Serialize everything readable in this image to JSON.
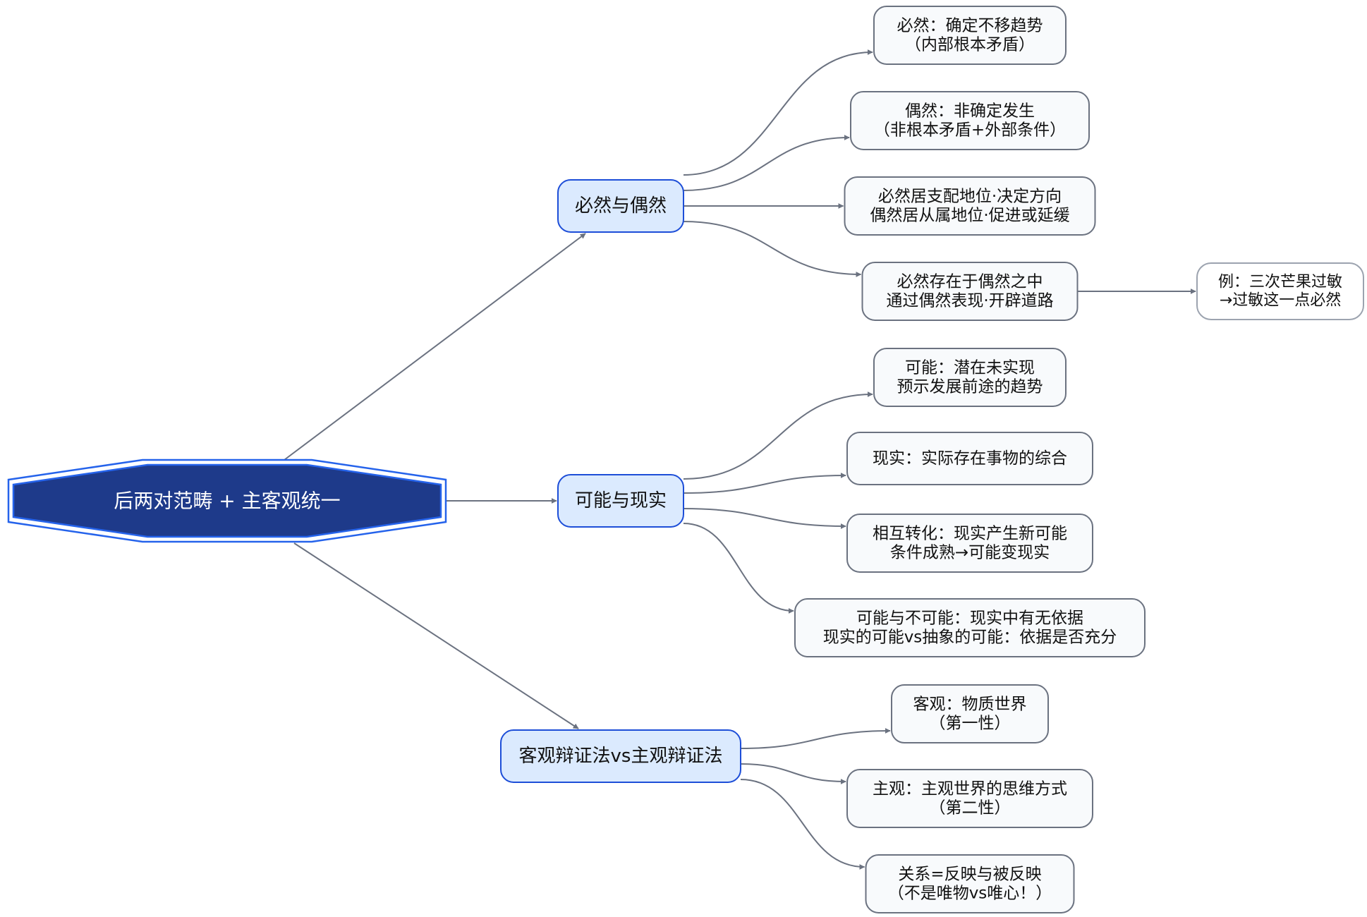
{
  "root": {
    "label": "后两对范畴 + 主客观统一"
  },
  "branches": [
    {
      "label": "必然与偶然",
      "children": [
        {
          "lines": [
            "必然：确定不移趋势",
            "（内部根本矛盾）"
          ]
        },
        {
          "lines": [
            "偶然：非确定发生",
            "（非根本矛盾+外部条件）"
          ]
        },
        {
          "lines": [
            "必然居支配地位·决定方向",
            "偶然居从属地位·促进或延缓"
          ]
        },
        {
          "lines": [
            "必然存在于偶然之中",
            "通过偶然表现·开辟道路"
          ],
          "example": {
            "lines": [
              "例：三次芒果过敏",
              "→过敏这一点必然"
            ]
          }
        }
      ]
    },
    {
      "label": "可能与现实",
      "children": [
        {
          "lines": [
            "可能：潜在未实现",
            "预示发展前途的趋势"
          ]
        },
        {
          "lines": [
            "现实：实际存在事物的综合"
          ]
        },
        {
          "lines": [
            "相互转化：现实产生新可能",
            "条件成熟→可能变现实"
          ]
        },
        {
          "lines": [
            "可能与不可能：现实中有无依据",
            "现实的可能vs抽象的可能：依据是否充分"
          ]
        }
      ]
    },
    {
      "label": "客观辩证法vs主观辩证法",
      "children": [
        {
          "lines": [
            "客观：物质世界",
            "（第一性）"
          ]
        },
        {
          "lines": [
            "主观：主观世界的思维方式",
            "（第二性）"
          ]
        },
        {
          "lines": [
            "关系=反映与被反映",
            "（不是唯物vs唯心！）"
          ]
        }
      ]
    }
  ],
  "colors": {
    "root_fill": "#1e3a8a",
    "root_border": "#2563eb",
    "branch_fill": "#dbeafe",
    "branch_border": "#1d4ed8",
    "leaf_fill": "#f8fafc",
    "leaf_border": "#6b7280",
    "example_border": "#9ca3af",
    "edge": "#6b7280"
  }
}
